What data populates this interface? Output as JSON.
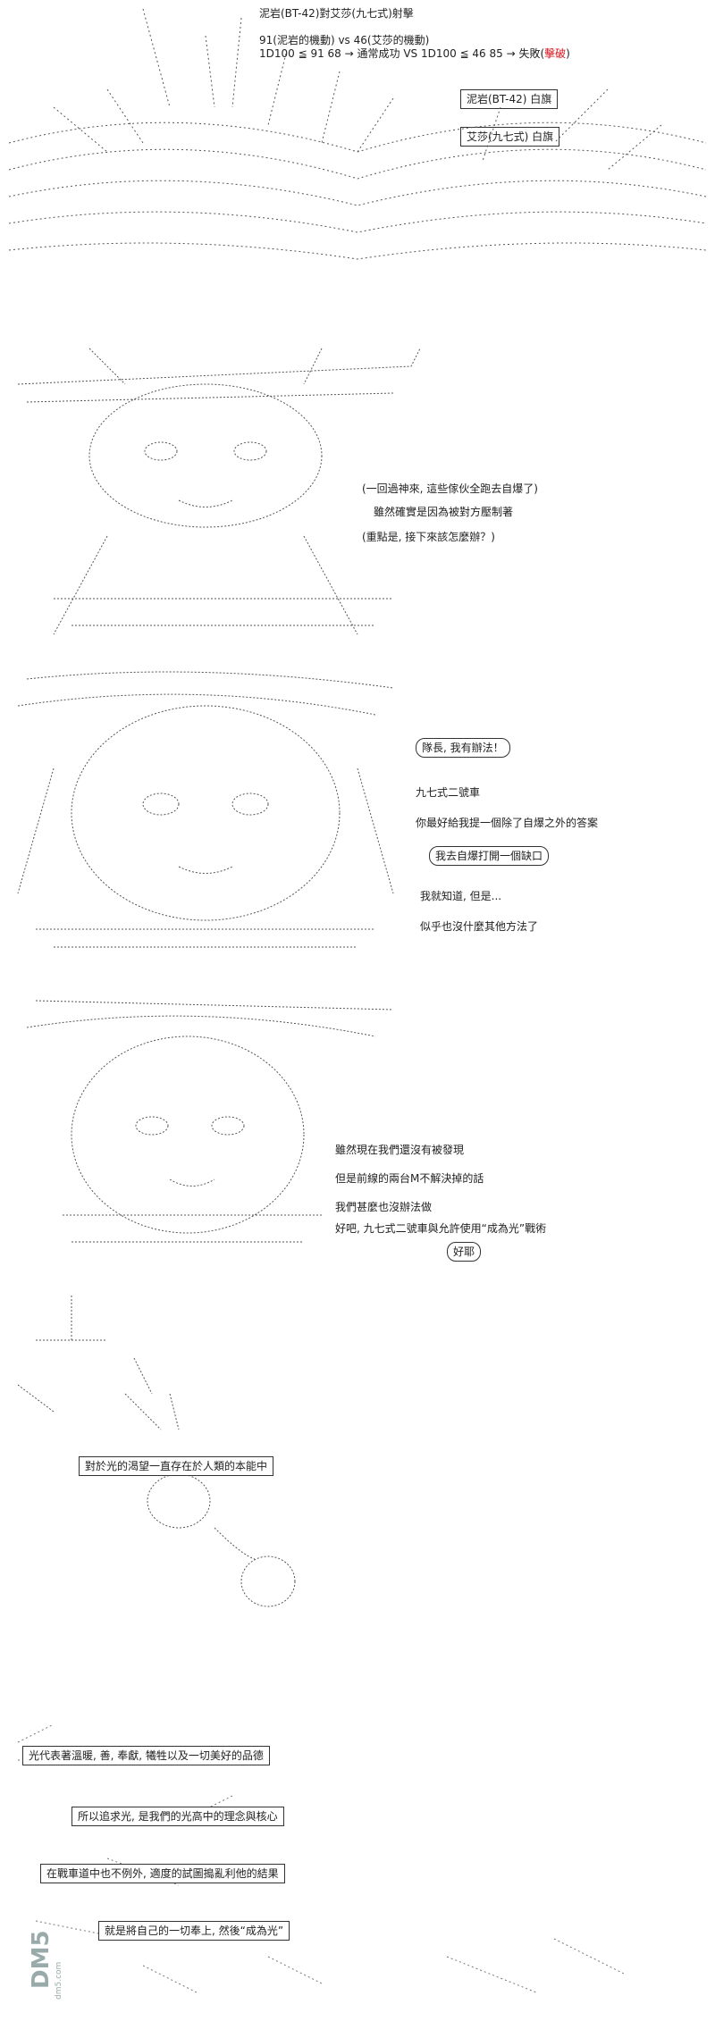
{
  "header": {
    "title": "泥岩(BT-42)對艾莎(九七式)射擊",
    "roll_line_1": "91(泥岩的機動) vs 46(艾莎的機動)",
    "roll_line_2_prefix": "1D100 ≦ 91  68 → 通常成功 VS 1D100 ≦ 46  85 → 失敗(",
    "roll_line_2_red": "擊破",
    "roll_line_2_suffix": ")"
  },
  "status_boxes": [
    "泥岩(BT-42) 白旗",
    "艾莎(九七式) 白旗"
  ],
  "panel2": {
    "lines": [
      "(一回過神來, 這些傢伙全跑去自爆了)",
      "雖然確實是因為被對方壓制著",
      "(重點是, 接下來該怎麼辦？)"
    ]
  },
  "panel3": {
    "bubble_1": "隊長, 我有辦法！",
    "speaker": "九七式二號車",
    "line_1": "你最好給我提一個除了自爆之外的答案",
    "bubble_2": "我去自爆打開一個缺口",
    "line_2": "我就知道, 但是...",
    "line_3": "似乎也沒什麼其他方法了"
  },
  "panel4": {
    "line_1": "雖然現在我們還沒有被發現",
    "line_2": "但是前線的兩台M不解決掉的話",
    "line_3": "我們甚麼也沒辦法做",
    "line_4": "好吧, 九七式二號車與允許使用“成為光”戰術",
    "bubble": "好耶"
  },
  "panel5": {
    "caption": "對於光的渴望一直存在於人類的本能中"
  },
  "panel6": {
    "caption_1": "光代表著溫暖, 善, 奉獻, 犧牲以及一切美好的品德",
    "caption_2": "所以追求光, 是我們的光高中的理念與核心",
    "caption_3": "在戰車道中也不例外, 適度的試圖搗亂利他的結果",
    "caption_4": "就是將自己的一切奉上, 然後“成為光”"
  },
  "watermark": {
    "text_main": "DM5",
    "text_side": "dm5.com"
  }
}
